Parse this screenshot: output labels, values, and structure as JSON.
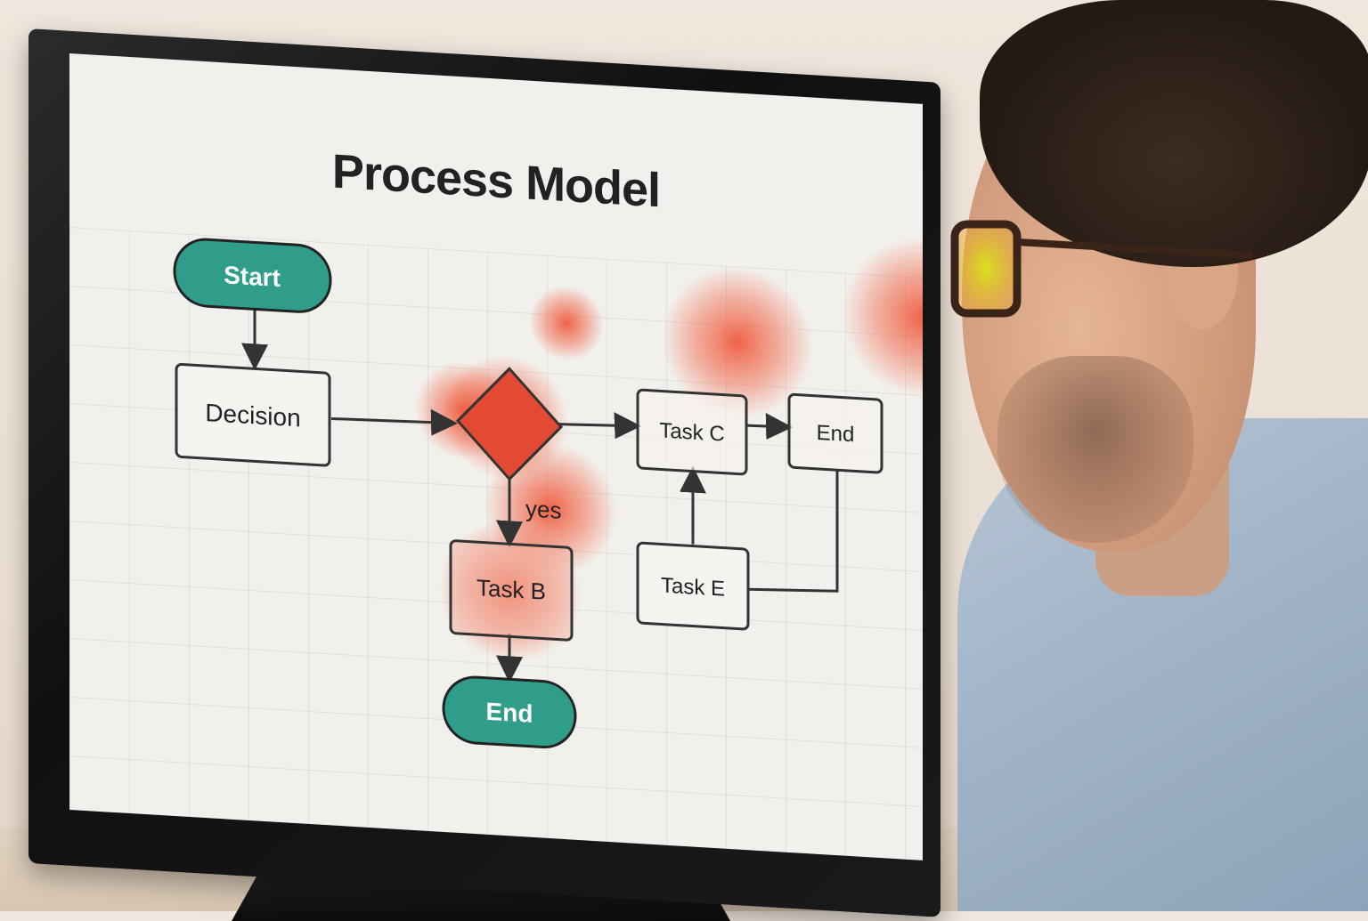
{
  "screen": {
    "title": "Process Model"
  },
  "flowchart": {
    "nodes": [
      {
        "id": "start",
        "label": "Start",
        "shape": "terminator"
      },
      {
        "id": "decision",
        "label": "Decision",
        "shape": "process"
      },
      {
        "id": "diamond",
        "label": "",
        "shape": "decision"
      },
      {
        "id": "task_c",
        "label": "Task C",
        "shape": "process"
      },
      {
        "id": "end_right",
        "label": "End",
        "shape": "process"
      },
      {
        "id": "task_b",
        "label": "Task B",
        "shape": "process"
      },
      {
        "id": "task_e",
        "label": "Task E",
        "shape": "process"
      },
      {
        "id": "end_bottom",
        "label": "End",
        "shape": "terminator"
      }
    ],
    "edge_labels": {
      "yes": "yes"
    }
  },
  "colors": {
    "terminator_fill": "#2f9d8a",
    "heatmap": "#f05a3c",
    "gaze_highlight": "#c8f000"
  }
}
